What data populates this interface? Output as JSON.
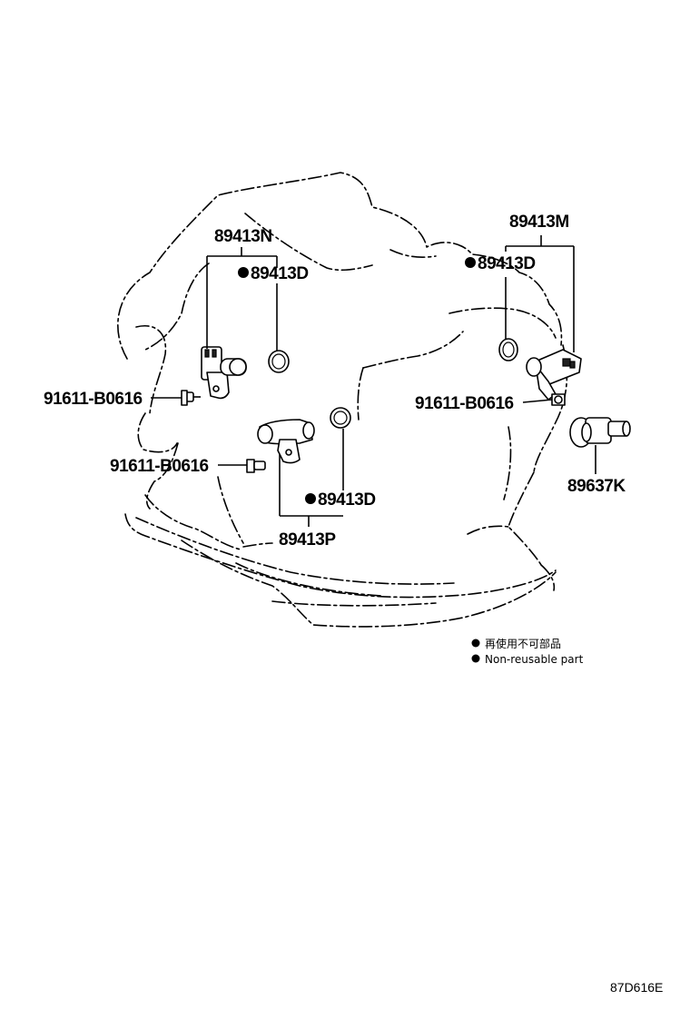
{
  "labels": {
    "sensor_top_left": "89413N",
    "oring_top_left": "89413D",
    "sensor_top_right": "89413M",
    "oring_top_right": "89413D",
    "bolt_left": "91611-B0616",
    "bolt_right": "91611-B0616",
    "bolt_bottom": "91611-B0616",
    "oring_bottom": "89413D",
    "sensor_bottom": "89413P",
    "speed_sensor": "89637K"
  },
  "legend": {
    "ja": "再使用不可部品",
    "en": "Non-reusable part"
  },
  "figure_code": "87D616E"
}
